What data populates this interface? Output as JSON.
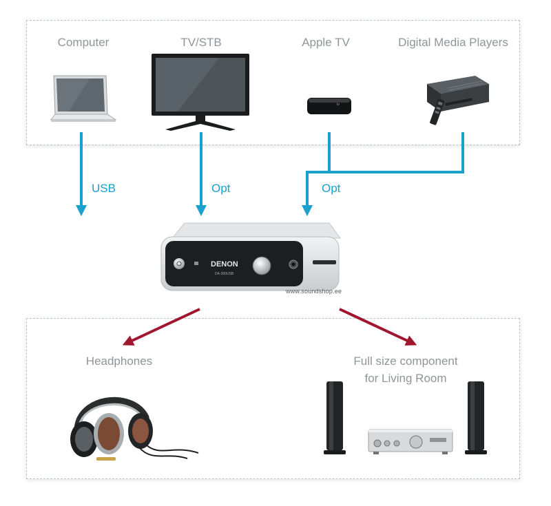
{
  "sources": {
    "computer": "Computer",
    "tv_stb": "TV/STB",
    "apple_tv": "Apple TV",
    "media_players": "Digital Media Players"
  },
  "connections": {
    "usb": "USB",
    "opt_tv": "Opt",
    "opt_media": "Opt"
  },
  "dac": {
    "brand": "DENON",
    "model": "DA-300USB"
  },
  "watermark": "www.soundshop.ee",
  "outputs": {
    "headphones": "Headphones",
    "component_line1": "Full size component",
    "component_line2": "for Living Room"
  },
  "colors": {
    "input_arrow": "#1aa0cc",
    "output_arrow": "#a0162e",
    "label_gray": "#8f9599"
  }
}
